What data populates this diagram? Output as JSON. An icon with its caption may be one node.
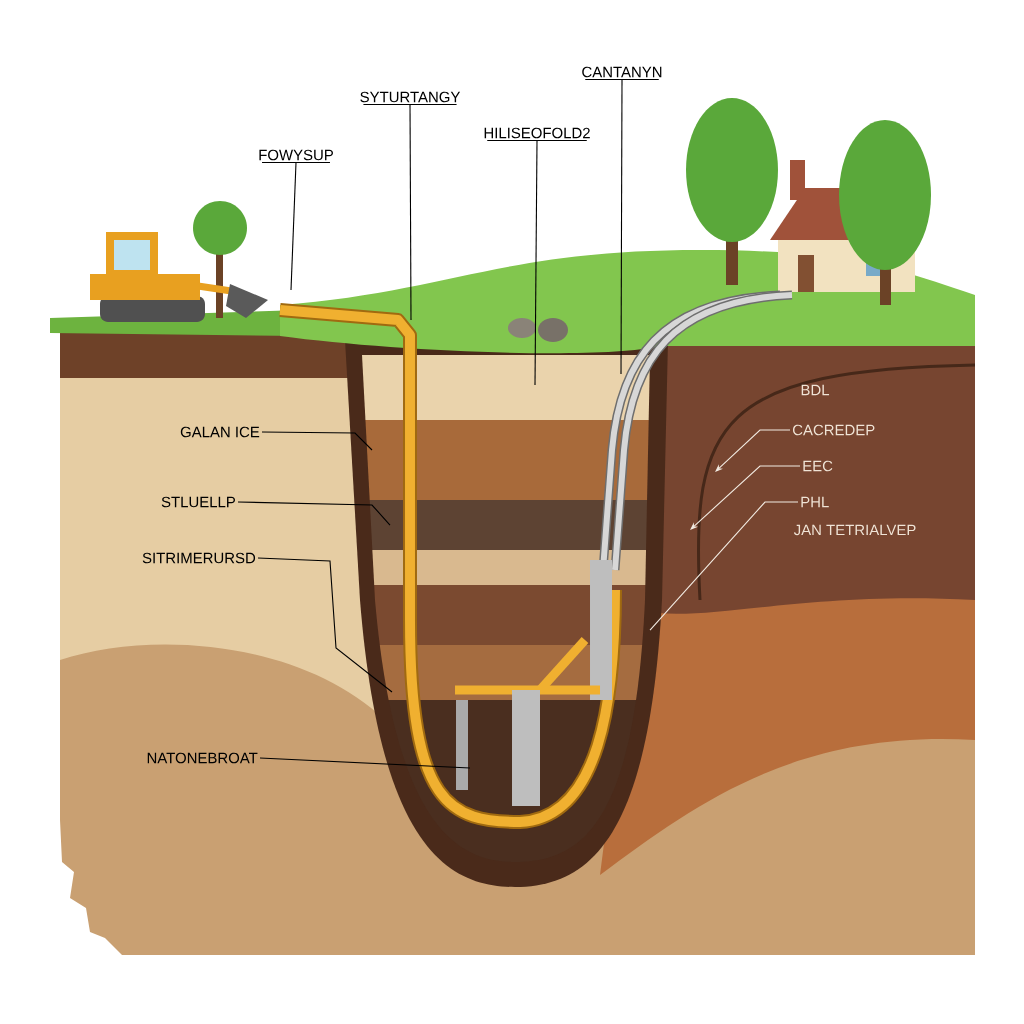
{
  "diagram": {
    "nodes": [
      {
        "text": [
          "CANTANYN"
        ]
      },
      {
        "text": [
          "SYTURTANGY"
        ]
      },
      {
        "text": [
          "HILISEOFOLD2"
        ]
      },
      {
        "text": [
          "FOWYSUP"
        ]
      },
      {
        "text": [
          "GALAN ICE"
        ]
      },
      {
        "text": [
          "CACREDEP"
        ]
      },
      {
        "text": [
          "EEC"
        ]
      },
      {
        "text": [
          "STLUELLP"
        ]
      },
      {
        "text": [
          "PHL"
        ]
      },
      {
        "text": [
          "SITRIMERURSD"
        ]
      },
      {
        "text": [
          "NATONEBROAT"
        ]
      }
    ],
    "edges": [
      {
        "from": 0,
        "to": null,
        "arrow": "none"
      },
      {
        "from": 1,
        "to": null,
        "arrow": "none"
      },
      {
        "from": 2,
        "to": null,
        "arrow": "none"
      },
      {
        "from": 3,
        "to": null,
        "arrow": "none"
      },
      {
        "from": 4,
        "to": null,
        "arrow": "none"
      },
      {
        "from": 5,
        "to": null,
        "arrow": "to",
        "color": "#f2ebe2"
      },
      {
        "from": 6,
        "to": null,
        "arrow": "to",
        "color": "#f2ebe2"
      },
      {
        "from": 7,
        "to": null,
        "arrow": "none"
      },
      {
        "from": 8,
        "to": null,
        "arrow": "none",
        "color": "#f2ebe2"
      },
      {
        "from": 9,
        "to": null,
        "arrow": "none"
      },
      {
        "from": 10,
        "to": null,
        "arrow": "none"
      }
    ],
    "labels": [
      "BDL",
      "JAN TETRIALVEP"
    ]
  }
}
